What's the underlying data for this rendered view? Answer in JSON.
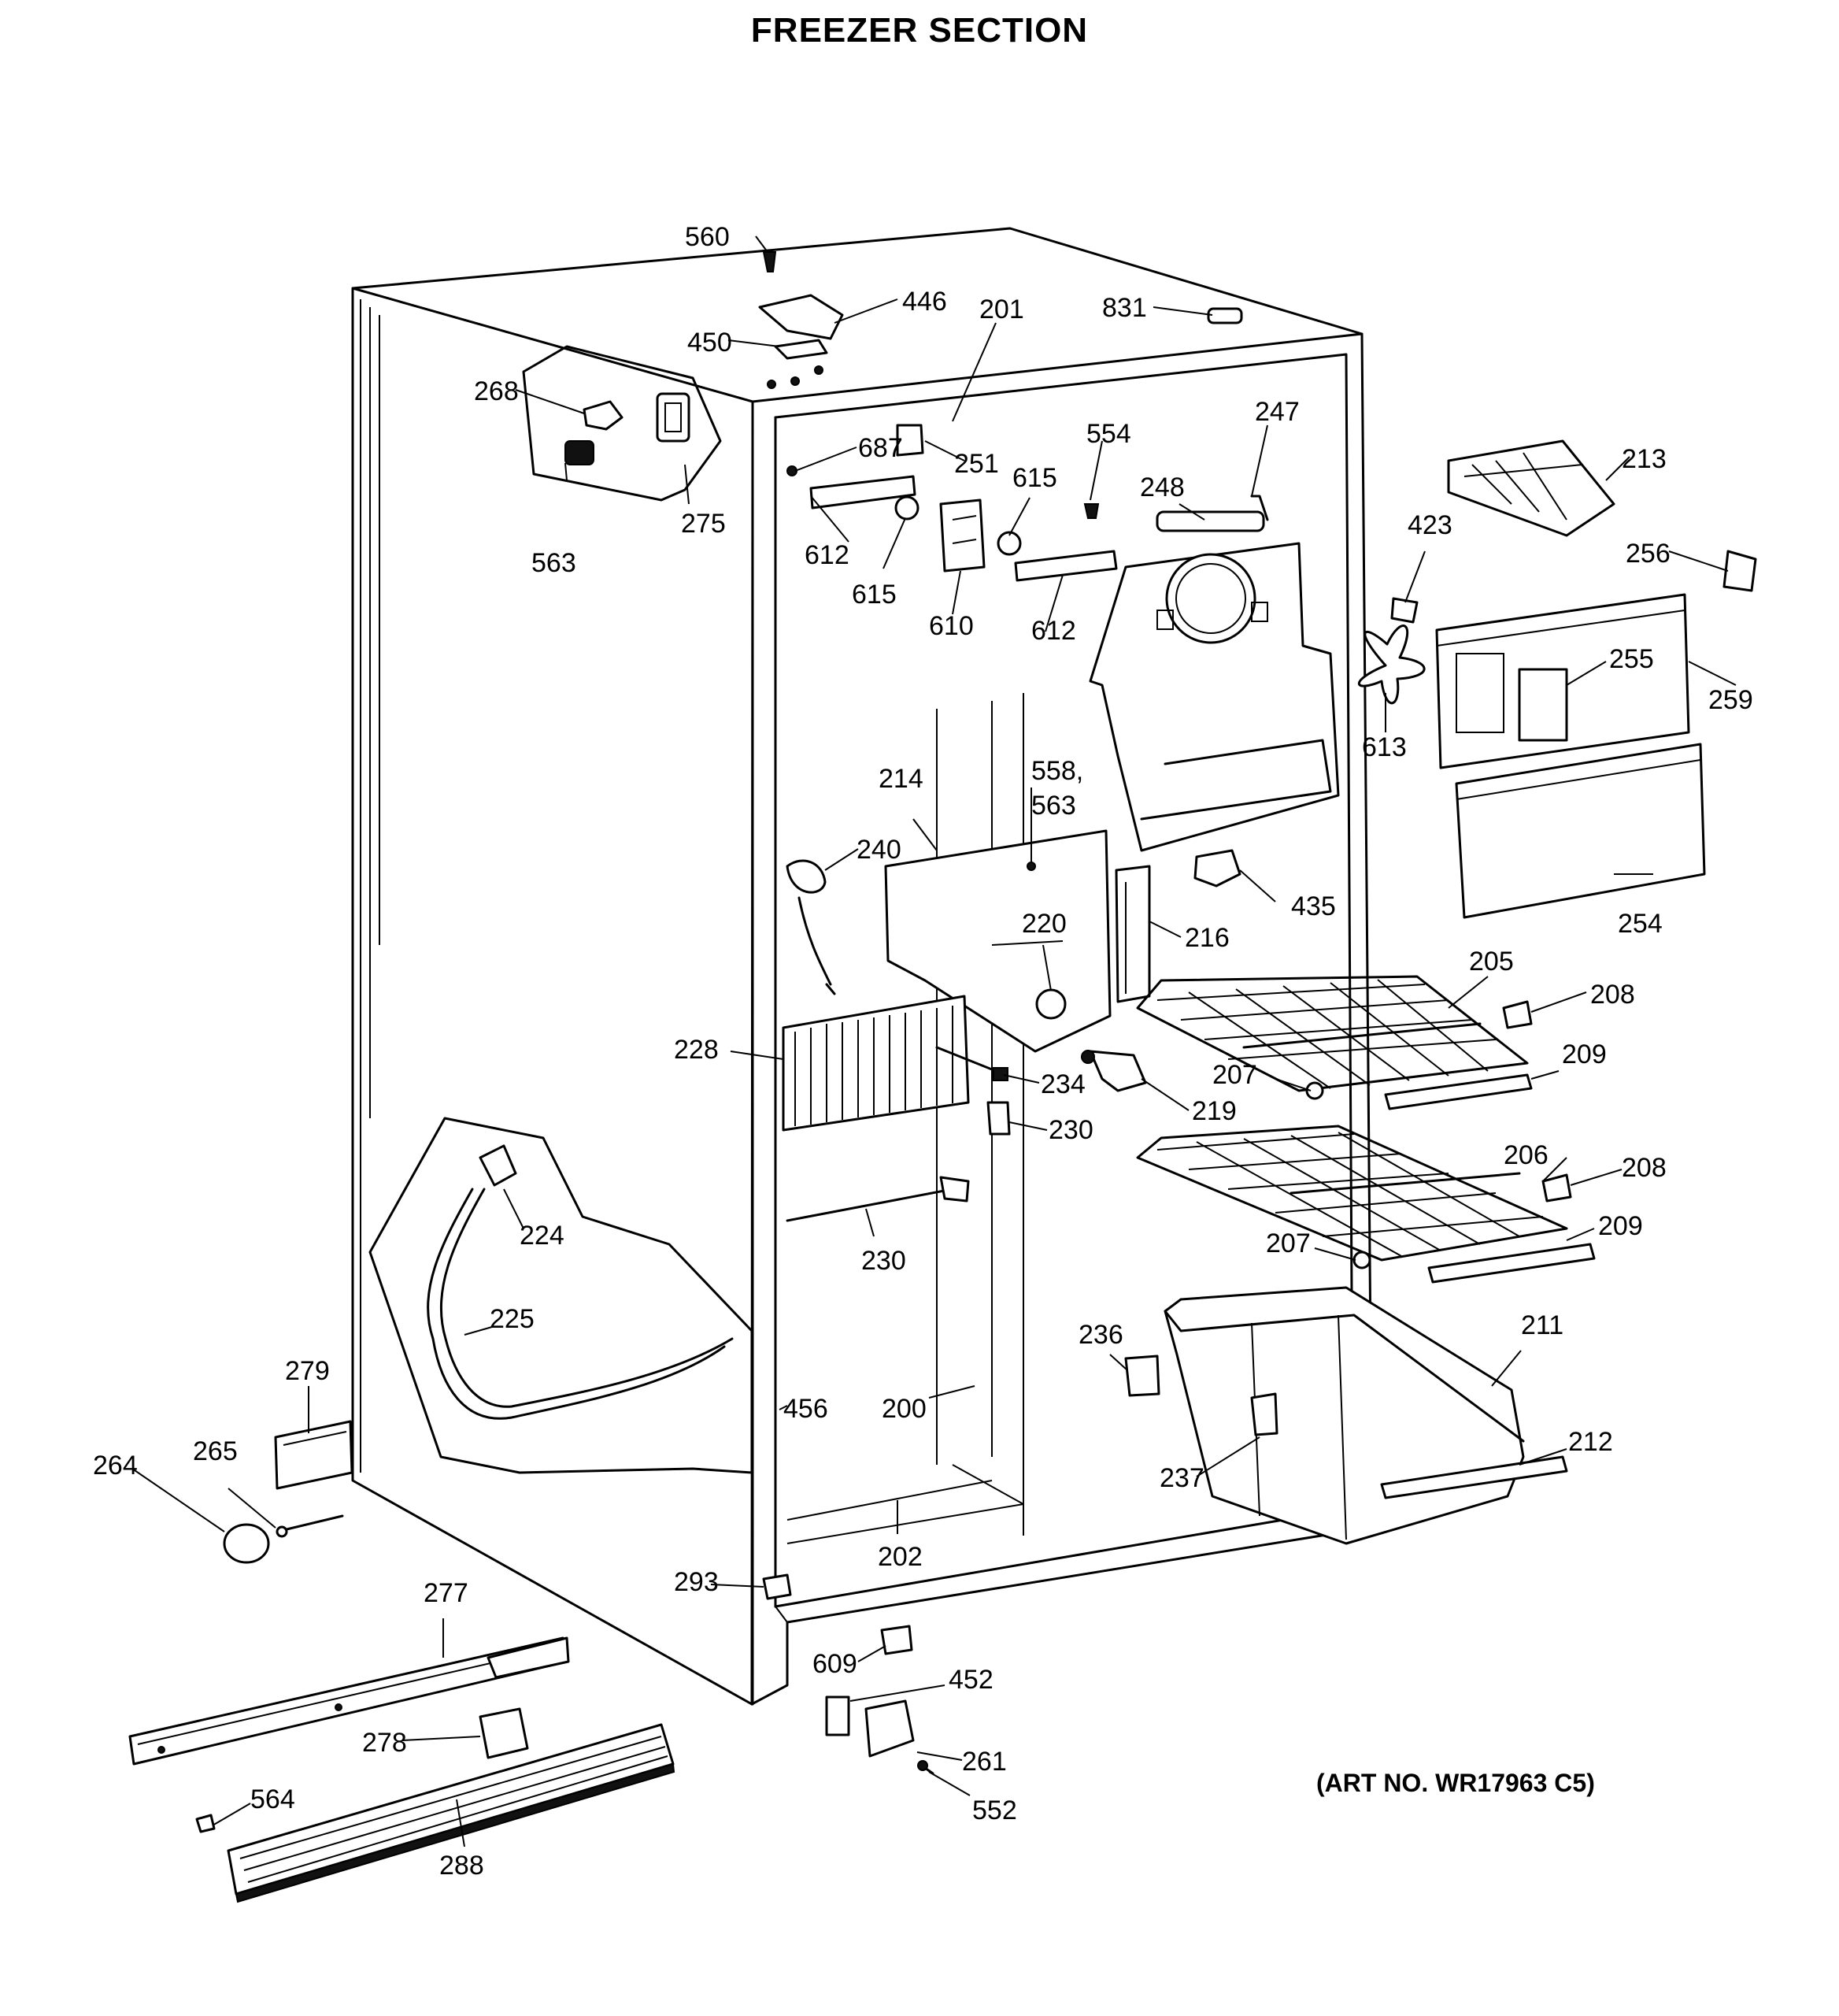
{
  "title": "FREEZER SECTION",
  "art_no": "(ART NO. WR17963 C5)",
  "parts": [
    {
      "id": "560",
      "label": "560"
    },
    {
      "id": "446",
      "label": "446"
    },
    {
      "id": "201",
      "label": "201"
    },
    {
      "id": "831",
      "label": "831"
    },
    {
      "id": "450",
      "label": "450"
    },
    {
      "id": "268",
      "label": "268"
    },
    {
      "id": "687",
      "label": "687"
    },
    {
      "id": "251",
      "label": "251"
    },
    {
      "id": "554",
      "label": "554"
    },
    {
      "id": "247",
      "label": "247"
    },
    {
      "id": "615a",
      "label": "615"
    },
    {
      "id": "248",
      "label": "248"
    },
    {
      "id": "213",
      "label": "213"
    },
    {
      "id": "275",
      "label": "275"
    },
    {
      "id": "563a",
      "label": "563"
    },
    {
      "id": "612a",
      "label": "612"
    },
    {
      "id": "615b",
      "label": "615"
    },
    {
      "id": "610",
      "label": "610"
    },
    {
      "id": "612b",
      "label": "612"
    },
    {
      "id": "423",
      "label": "423"
    },
    {
      "id": "256",
      "label": "256"
    },
    {
      "id": "255",
      "label": "255"
    },
    {
      "id": "259",
      "label": "259"
    },
    {
      "id": "613",
      "label": "613"
    },
    {
      "id": "214",
      "label": "214"
    },
    {
      "id": "558",
      "label": "558,"
    },
    {
      "id": "563b",
      "label": "563"
    },
    {
      "id": "240",
      "label": "240"
    },
    {
      "id": "220",
      "label": "220"
    },
    {
      "id": "435",
      "label": "435"
    },
    {
      "id": "254",
      "label": "254"
    },
    {
      "id": "216",
      "label": "216"
    },
    {
      "id": "205",
      "label": "205"
    },
    {
      "id": "208a",
      "label": "208"
    },
    {
      "id": "228",
      "label": "228"
    },
    {
      "id": "234",
      "label": "234"
    },
    {
      "id": "207a",
      "label": "207"
    },
    {
      "id": "209a",
      "label": "209"
    },
    {
      "id": "219",
      "label": "219"
    },
    {
      "id": "230a",
      "label": "230"
    },
    {
      "id": "206",
      "label": "206"
    },
    {
      "id": "208b",
      "label": "208"
    },
    {
      "id": "224",
      "label": "224"
    },
    {
      "id": "209b",
      "label": "209"
    },
    {
      "id": "207b",
      "label": "207"
    },
    {
      "id": "230b",
      "label": "230"
    },
    {
      "id": "225",
      "label": "225"
    },
    {
      "id": "211",
      "label": "211"
    },
    {
      "id": "236",
      "label": "236"
    },
    {
      "id": "279",
      "label": "279"
    },
    {
      "id": "456",
      "label": "456"
    },
    {
      "id": "200",
      "label": "200"
    },
    {
      "id": "212",
      "label": "212"
    },
    {
      "id": "264",
      "label": "264"
    },
    {
      "id": "265",
      "label": "265"
    },
    {
      "id": "237",
      "label": "237"
    },
    {
      "id": "202",
      "label": "202"
    },
    {
      "id": "293",
      "label": "293"
    },
    {
      "id": "277",
      "label": "277"
    },
    {
      "id": "609",
      "label": "609"
    },
    {
      "id": "452",
      "label": "452"
    },
    {
      "id": "278",
      "label": "278"
    },
    {
      "id": "261",
      "label": "261"
    },
    {
      "id": "564",
      "label": "564"
    },
    {
      "id": "552",
      "label": "552"
    },
    {
      "id": "288",
      "label": "288"
    }
  ]
}
